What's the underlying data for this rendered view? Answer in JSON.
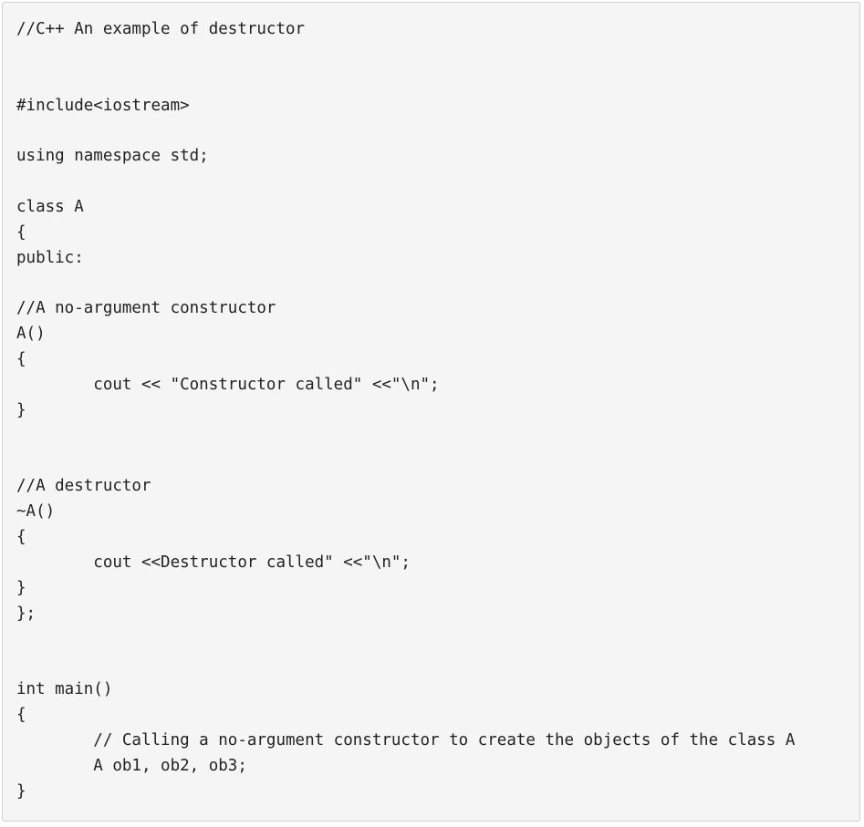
{
  "code_block": {
    "lines": [
      "//C++ An example of destructor",
      "",
      "",
      "#include<iostream>",
      "",
      "using namespace std;",
      "",
      "class A",
      "{",
      "public:",
      "",
      "//A no-argument constructor",
      "A()",
      "{",
      "        cout << \"Constructor called\" <<\"\\n\";",
      "}",
      "",
      "",
      "//A destructor",
      "~A()",
      "{",
      "        cout <<Destructor called\" <<\"\\n\";",
      "}",
      "};",
      "",
      "",
      "int main()",
      "{",
      "        // Calling a no-argument constructor to create the objects of the class A",
      "        A ob1, ob2, ob3;",
      "}"
    ]
  }
}
